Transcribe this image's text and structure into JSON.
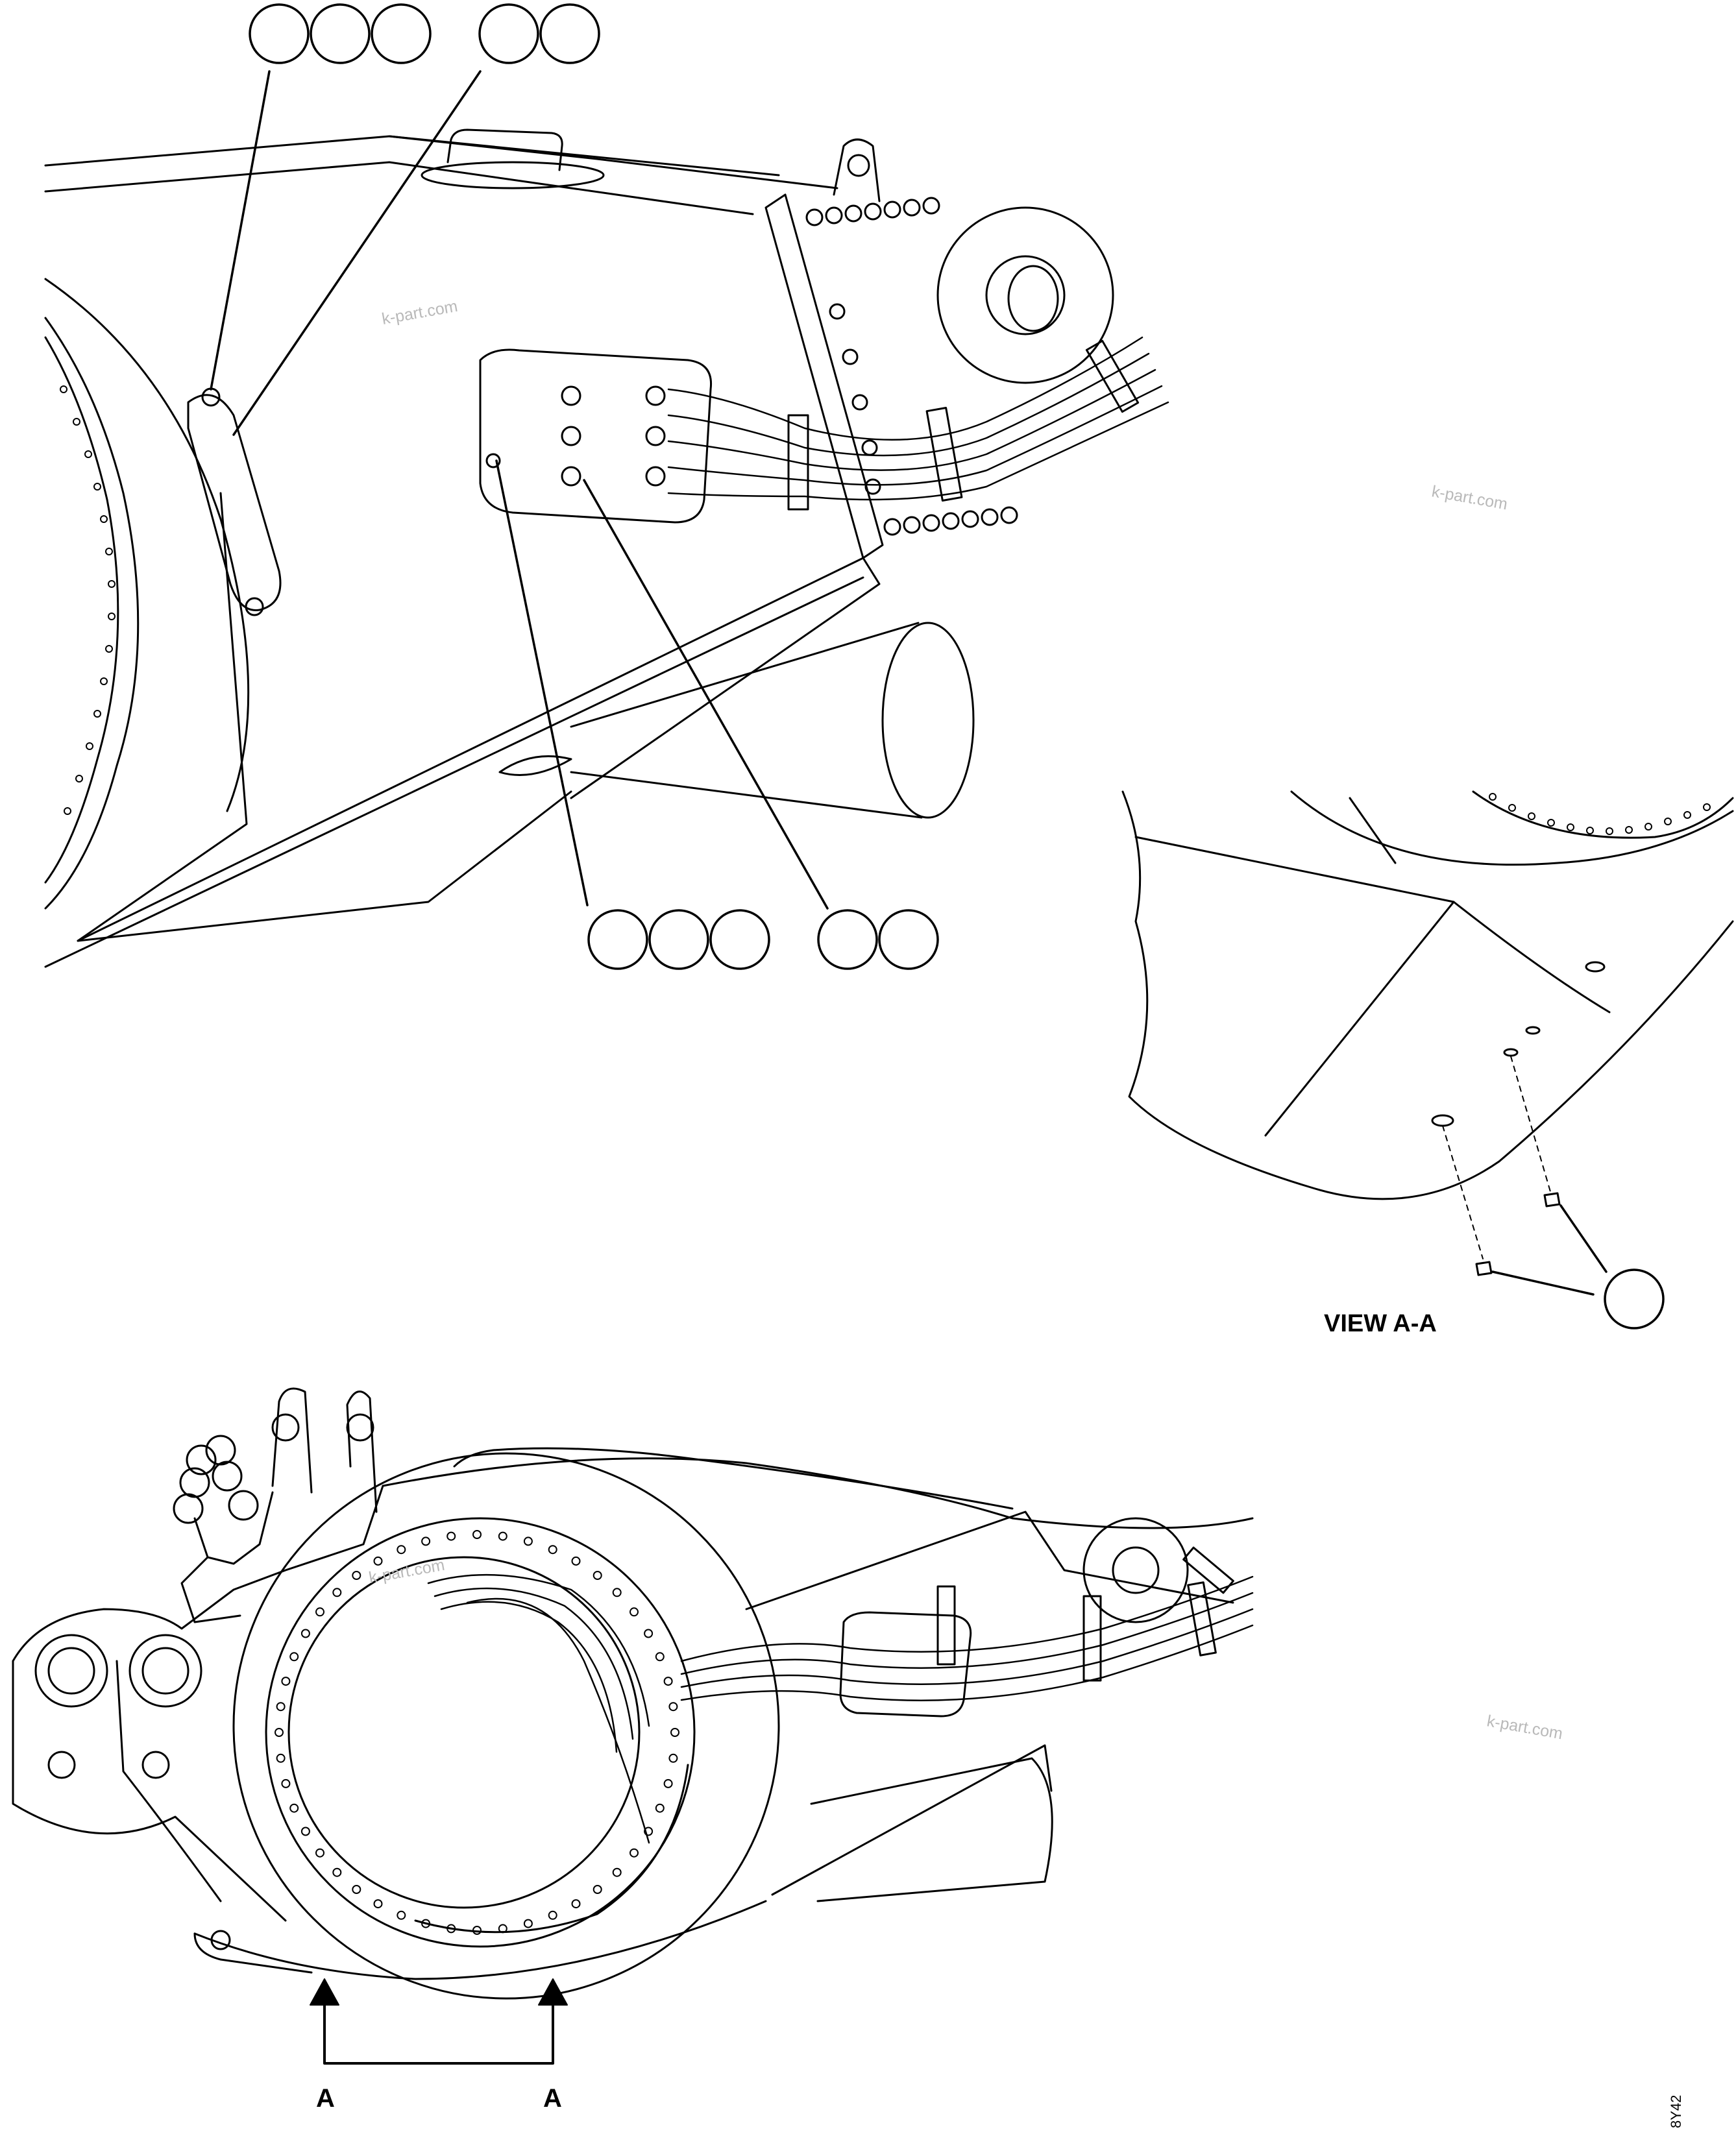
{
  "watermarks": [
    "k-part.com",
    "k-part.com",
    "k-part.com",
    "k-part.com"
  ],
  "detail_view_label": "VIEW A-A",
  "section_arrow_left": "A",
  "section_arrow_right": "A",
  "drawing_code": "8Y42"
}
